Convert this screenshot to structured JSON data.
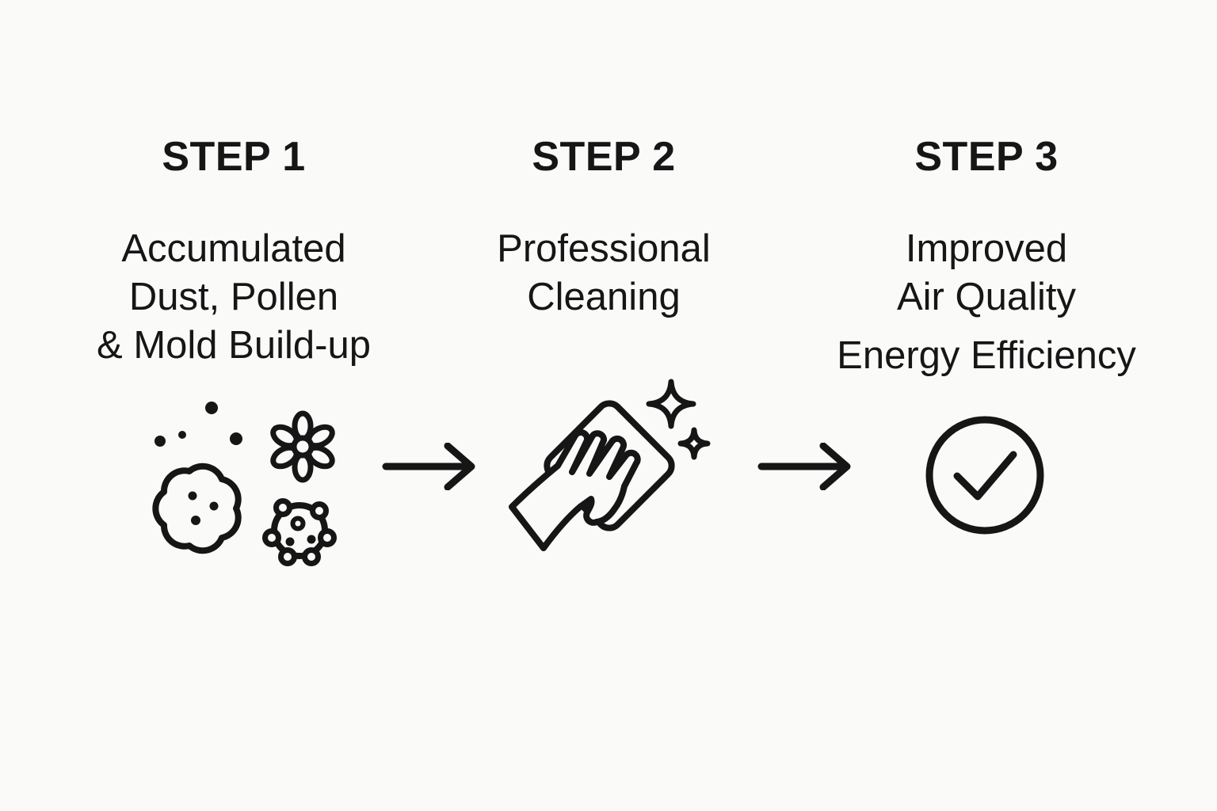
{
  "colors": {
    "background": "#fafaf9",
    "ink": "#161616"
  },
  "steps": [
    {
      "title": "STEP 1",
      "lines": [
        "Accumulated",
        "Dust, Pollen",
        "& Mold Build-up"
      ],
      "icon": "dust-pollen-mold-icon"
    },
    {
      "title": "STEP 2",
      "lines": [
        "Professional",
        "Cleaning"
      ],
      "icon": "cleaning-hand-sparkles-icon"
    },
    {
      "title": "STEP 3",
      "lines": [
        "Improved",
        "Air Quality",
        "Energy Efficiency"
      ],
      "icon": "check-circle-icon"
    }
  ],
  "arrows": [
    "right-arrow-icon",
    "right-arrow-icon"
  ]
}
